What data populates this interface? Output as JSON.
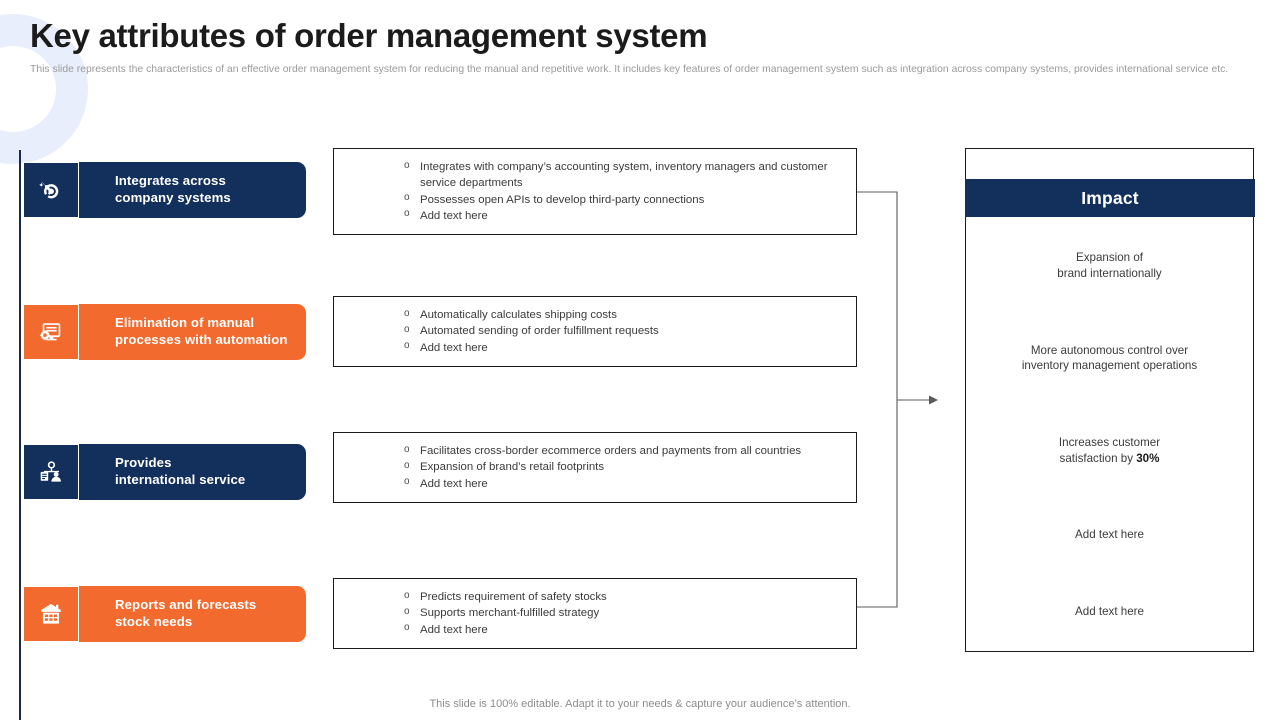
{
  "header": {
    "title": "Key attributes of order management system",
    "subtitle": "This slide represents the characteristics of an effective order management system for reducing the manual and repetitive work. It includes key features of order management system such as integration across company systems, provides international service etc."
  },
  "colors": {
    "navy": "#13305c",
    "orange": "#f26a2e",
    "text": "#3b3b3b",
    "muted": "#9a9a9a",
    "deco_blue": "#e8eefb"
  },
  "attributes": [
    {
      "label": "Integrates across\ncompany systems",
      "theme": "navy",
      "icon": "gear-wrench-icon",
      "bullets": [
        "Integrates with company’s accounting system, inventory managers and customer service departments",
        "Possesses open APIs to develop third-party connections",
        "Add text here"
      ]
    },
    {
      "label": "Elimination of manual\nprocesses with automation",
      "theme": "orange",
      "icon": "monitor-gear-icon",
      "bullets": [
        "Automatically calculates shipping costs",
        "Automated sending of order fulfillment requests",
        "Add text here"
      ]
    },
    {
      "label": "Provides\ninternational service",
      "theme": "navy",
      "icon": "people-network-icon",
      "bullets": [
        "Facilitates cross-border ecommerce orders and payments from all countries",
        "Expansion of brand’s retail footprints",
        "Add text here"
      ]
    },
    {
      "label": "Reports and forecasts\nstock needs",
      "theme": "orange",
      "icon": "warehouse-icon",
      "bullets": [
        "Predicts requirement of safety stocks",
        "Supports merchant-fulfilled strategy",
        "Add text here"
      ]
    }
  ],
  "impact": {
    "title": "Impact",
    "items": [
      {
        "text": "Expansion of\nbrand internationally",
        "bold": ""
      },
      {
        "text": "More autonomous control over\ninventory management operations",
        "bold": ""
      },
      {
        "text": "Increases customer\nsatisfaction by ",
        "bold": "30%"
      },
      {
        "text": "Add text here",
        "bold": ""
      },
      {
        "text": "Add text here",
        "bold": ""
      }
    ]
  },
  "footer": {
    "note": "This slide is 100% editable. Adapt it to your needs & capture your audience’s attention."
  }
}
